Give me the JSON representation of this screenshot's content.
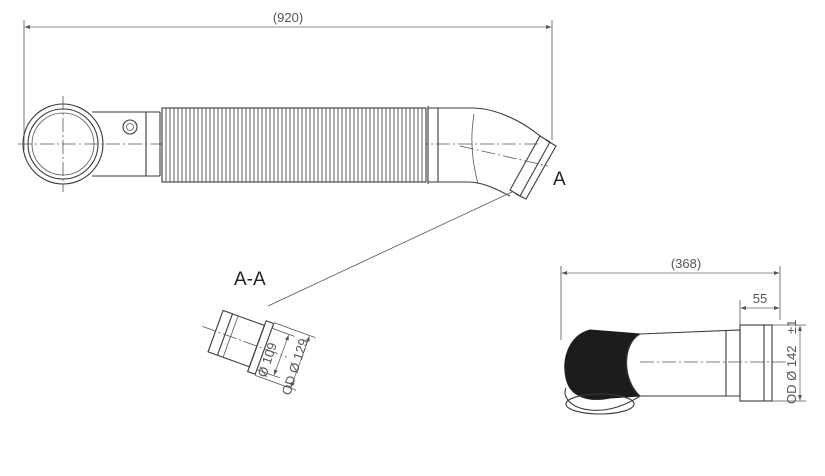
{
  "dimensions": {
    "overall_length": "(920)",
    "side_length": "(368)",
    "flange_width": "55",
    "inner_diameter": "Ø 109",
    "outer_diameter": "OD Ø 129",
    "side_outer_diameter": "OD Ø 142",
    "side_tolerance": "±1"
  },
  "labels": {
    "section_marker": "A",
    "section_title": "A-A"
  }
}
